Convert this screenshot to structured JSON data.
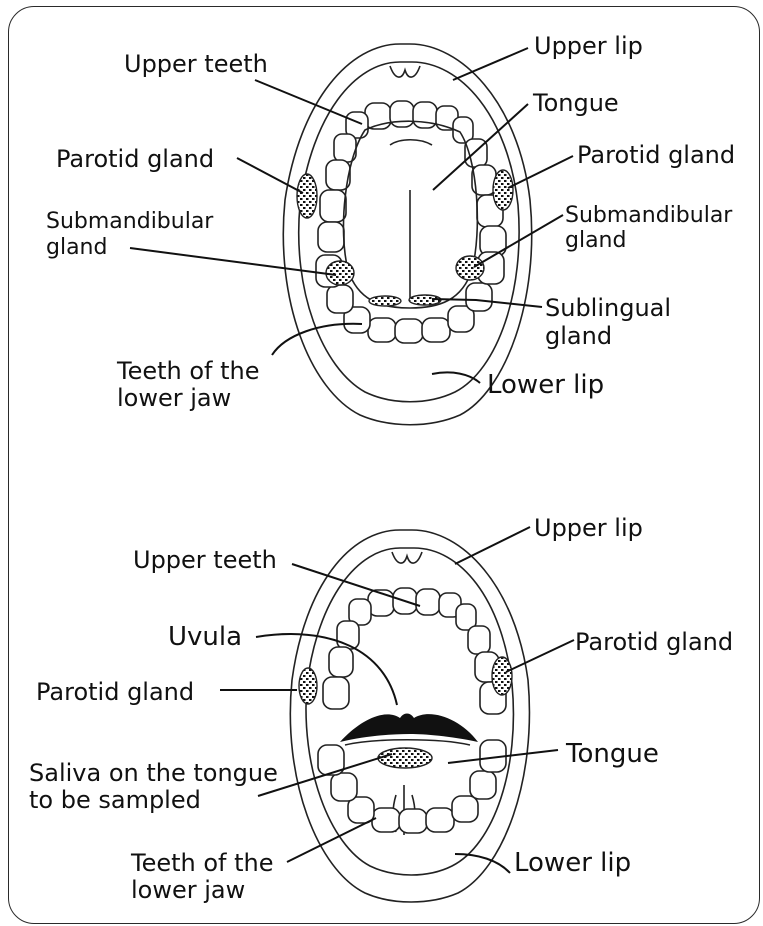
{
  "top_diagram": {
    "upper_lip": "Upper lip",
    "upper_teeth": "Upper teeth",
    "tongue": "Tongue",
    "parotid_left": "Parotid gland",
    "parotid_right": "Parotid gland",
    "submandibular_left_1": "Submandibular",
    "submandibular_left_2": "gland",
    "submandibular_right_1": "Submandibular",
    "submandibular_right_2": "gland",
    "sublingual_1": "Sublingual",
    "sublingual_2": "gland",
    "lower_teeth_1": "Teeth of the",
    "lower_teeth_2": "lower jaw",
    "lower_lip": "Lower lip"
  },
  "bottom_diagram": {
    "upper_lip": "Upper lip",
    "upper_teeth": "Upper teeth",
    "uvula": "Uvula",
    "parotid_left": "Parotid gland",
    "parotid_right": "Parotid gland",
    "tongue": "Tongue",
    "saliva_1": "Saliva on the tongue",
    "saliva_2": "to be sampled",
    "lower_teeth_1": "Teeth of the",
    "lower_teeth_2": "lower jaw",
    "lower_lip": "Lower lip"
  }
}
